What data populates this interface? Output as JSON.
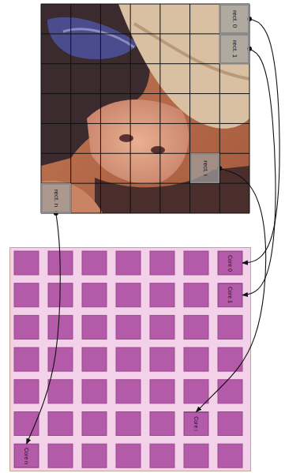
{
  "diagram": {
    "nodes": [
      {
        "text": [
          "rect. 0"
        ]
      },
      {
        "text": [
          "rect. 1"
        ]
      },
      {
        "text": [
          "rect. i"
        ]
      },
      {
        "text": [
          "rect. n"
        ]
      },
      {
        "text": [
          "Core 0"
        ]
      },
      {
        "text": [
          "Core 1"
        ]
      },
      {
        "text": [
          "Core i"
        ]
      },
      {
        "text": [
          "Core n"
        ]
      }
    ],
    "edges": [
      {
        "from": 0,
        "to": 4,
        "arrow": "to"
      },
      {
        "from": 1,
        "to": 5,
        "arrow": "to"
      },
      {
        "from": 2,
        "to": 6,
        "arrow": "to"
      },
      {
        "from": 3,
        "to": 7,
        "arrow": "to"
      }
    ]
  }
}
